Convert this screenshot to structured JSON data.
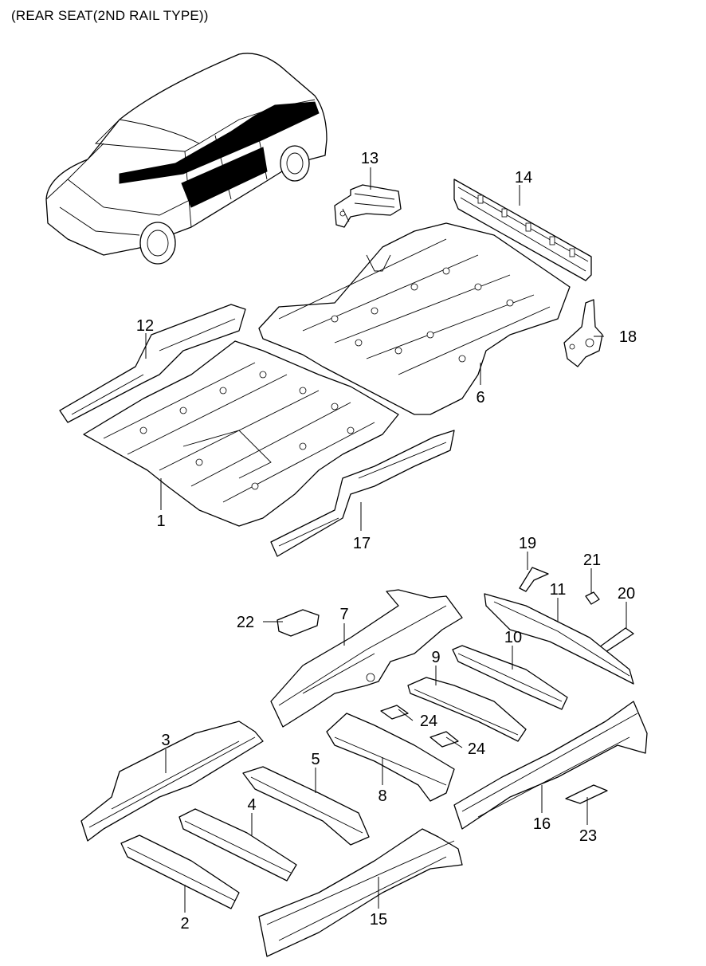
{
  "title": "(REAR SEAT(2ND RAIL TYPE))",
  "callouts": [
    {
      "id": "13",
      "label": "13"
    },
    {
      "id": "14",
      "label": "14"
    },
    {
      "id": "12",
      "label": "12"
    },
    {
      "id": "18",
      "label": "18"
    },
    {
      "id": "6",
      "label": "6"
    },
    {
      "id": "1",
      "label": "1"
    },
    {
      "id": "17",
      "label": "17"
    },
    {
      "id": "19",
      "label": "19"
    },
    {
      "id": "21",
      "label": "21"
    },
    {
      "id": "11",
      "label": "11"
    },
    {
      "id": "20",
      "label": "20"
    },
    {
      "id": "22",
      "label": "22"
    },
    {
      "id": "7",
      "label": "7"
    },
    {
      "id": "10",
      "label": "10"
    },
    {
      "id": "9",
      "label": "9"
    },
    {
      "id": "24a",
      "label": "24"
    },
    {
      "id": "24b",
      "label": "24"
    },
    {
      "id": "3",
      "label": "3"
    },
    {
      "id": "5",
      "label": "5"
    },
    {
      "id": "4",
      "label": "4"
    },
    {
      "id": "8",
      "label": "8"
    },
    {
      "id": "16",
      "label": "16"
    },
    {
      "id": "23",
      "label": "23"
    },
    {
      "id": "2",
      "label": "2"
    },
    {
      "id": "15",
      "label": "15"
    }
  ]
}
